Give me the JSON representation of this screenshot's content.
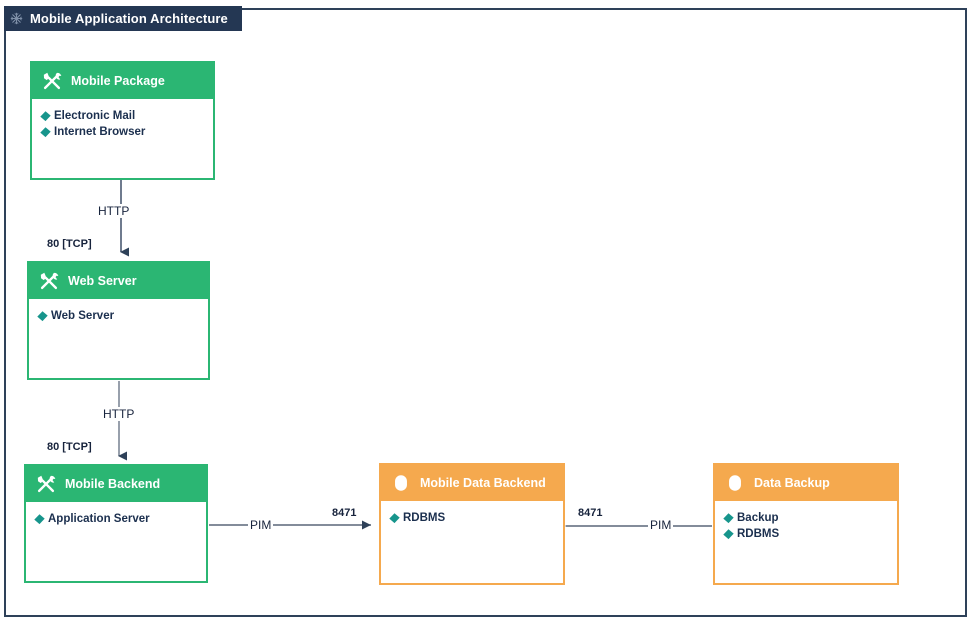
{
  "window": {
    "title": "Mobile Application Architecture",
    "icon": "snowflake-icon"
  },
  "colors": {
    "accent_green": "#2bb673",
    "accent_orange": "#f5a94e",
    "title_bar": "#243753",
    "frame_border": "#2e4159",
    "bullet_teal": "#1a9a8f",
    "connector": "#3a4a63",
    "label_text": "#17233c"
  },
  "nodes": [
    {
      "id": "mobile-package",
      "title": "Mobile Package",
      "icon": "tools-icon",
      "accent": "green",
      "items": [
        {
          "label": "Electronic Mail",
          "icon": "diamond-icon"
        },
        {
          "label": "Internet Browser",
          "icon": "diamond-icon"
        }
      ]
    },
    {
      "id": "web-server",
      "title": "Web Server",
      "icon": "tools-icon",
      "accent": "green",
      "items": [
        {
          "label": "Web Server",
          "icon": "diamond-icon"
        }
      ]
    },
    {
      "id": "mobile-backend",
      "title": "Mobile Backend",
      "icon": "tools-icon",
      "accent": "green",
      "items": [
        {
          "label": "Application Server",
          "icon": "diamond-icon"
        }
      ]
    },
    {
      "id": "mobile-data-backend",
      "title": "Mobile Data Backend",
      "icon": "database-icon",
      "accent": "orange",
      "items": [
        {
          "label": "RDBMS",
          "icon": "diamond-icon"
        }
      ]
    },
    {
      "id": "data-backup",
      "title": "Data Backup",
      "icon": "database-icon",
      "accent": "orange",
      "items": [
        {
          "label": "Backup",
          "icon": "diamond-icon"
        },
        {
          "label": "RDBMS",
          "icon": "diamond-icon"
        }
      ]
    }
  ],
  "edges": [
    {
      "id": "mobile-package-to-web-server",
      "from": "mobile-package",
      "to": "web-server",
      "protocol": "HTTP",
      "port": "80 [TCP]"
    },
    {
      "id": "web-server-to-mobile-backend",
      "from": "web-server",
      "to": "mobile-backend",
      "protocol": "HTTP",
      "port": "80 [TCP]"
    },
    {
      "id": "mobile-backend-to-mobile-data-backend",
      "from": "mobile-backend",
      "to": "mobile-data-backend",
      "protocol": "PIM",
      "port": "8471"
    },
    {
      "id": "data-backup-to-mobile-data-backend",
      "from": "data-backup",
      "to": "mobile-data-backend",
      "protocol": "PIM",
      "port": "8471"
    }
  ]
}
